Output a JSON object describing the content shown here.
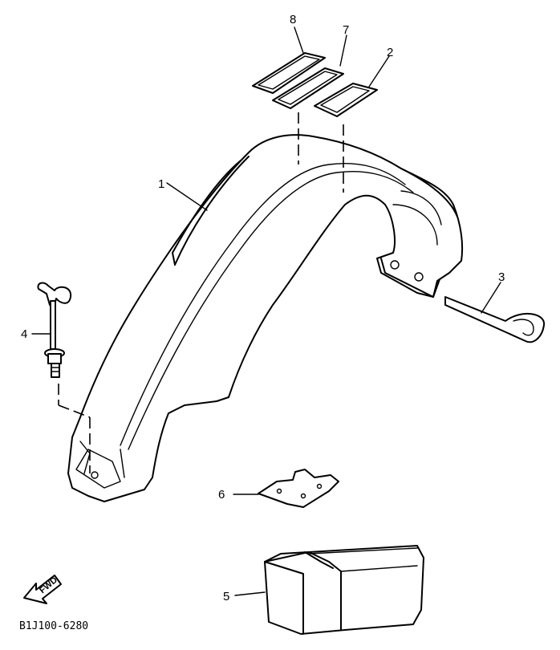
{
  "diagram": {
    "callouts": {
      "part1": "1",
      "part2": "2",
      "part3": "3",
      "part4": "4",
      "part5": "5",
      "part6": "6",
      "part7": "7",
      "part8": "8"
    },
    "fwd_label": "FWD",
    "drawing_code": "B1J100-6280"
  }
}
